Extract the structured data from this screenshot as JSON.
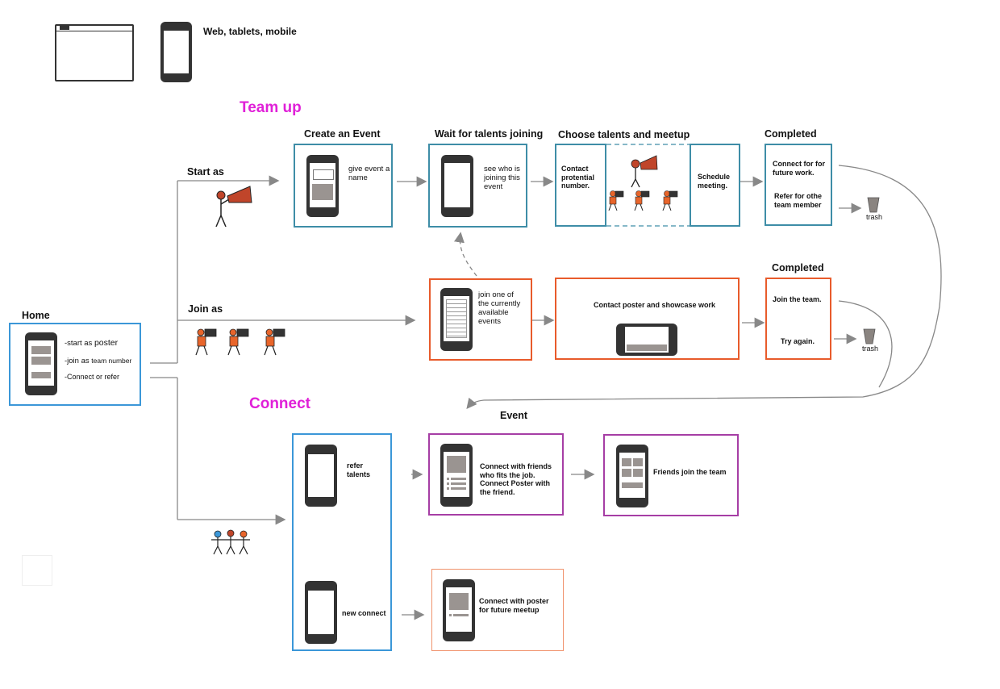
{
  "legend": {
    "text": "Web, tablets, mobile"
  },
  "sections": {
    "team_up": "Team up",
    "connect": "Connect"
  },
  "home": {
    "title": "Home",
    "items": [
      "-start as",
      "poster",
      "-join as",
      "team number",
      "-Connect or refer"
    ]
  },
  "branches": {
    "start": "Start as",
    "join": "Join as"
  },
  "stages": {
    "create_event": "Create an Event",
    "wait": "Wait for talents joining",
    "choose": "Choose talents and meetup",
    "completed_1": "Completed",
    "completed_2": "Completed",
    "event": "Event"
  },
  "boxes": {
    "give_event": "give event a name",
    "see_who": "see who is joining this event",
    "contact_potential": "Contact protential number.",
    "schedule": "Schedule meeting.",
    "connect_future": "Connect for for future work.",
    "refer_other": "Refer for othe team member",
    "trash_1": "trash",
    "join_one": "join one of the currently available events",
    "contact_poster": "Contact poster and showcase work",
    "join_team": "Join the team.",
    "try_again": "Try again.",
    "trash_2": "trash",
    "refer_talents": "refer talents",
    "new_connect": "new connect",
    "connect_friends": "Connect with friends who fits the job. Connect Poster with the friend.",
    "friends_join": "Friends join the team",
    "connect_poster_future": "Connect with poster for future meetup"
  },
  "colors": {
    "blue": "#3b97d8",
    "teal": "#3e8da7",
    "orange": "#e85b2b",
    "purple": "#a63ea5",
    "magenta": "#e020d8"
  }
}
